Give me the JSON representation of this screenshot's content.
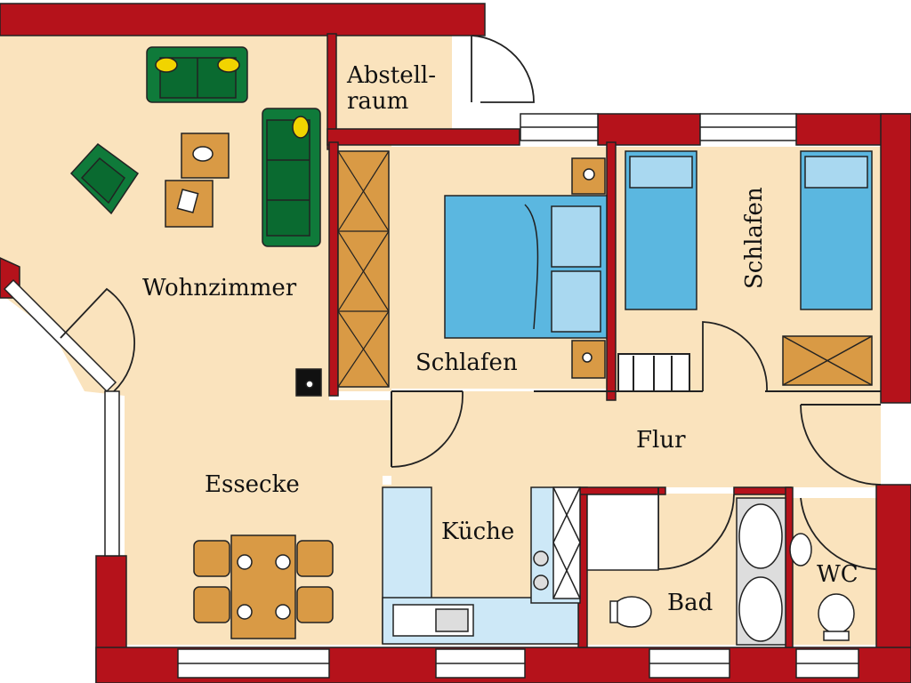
{
  "rooms": {
    "wohnzimmer": "Wohnzimmer",
    "essecke": "Essecke",
    "abstell_line1": "Abstell-",
    "abstell_line2": "raum",
    "schlafen_main": "Schlafen",
    "schlafen_kids": "Schlafen",
    "flur": "Flur",
    "kueche": "Küche",
    "bad": "Bad",
    "wc": "WC"
  },
  "colors": {
    "wall": "#b5121b",
    "floor": "#fae3bd",
    "furniture_wood": "#d99a45",
    "sofa_green": "#0f7a3a",
    "bed_blue": "#5bb7e0",
    "kitchen_blue": "#cde8f7",
    "window": "#ffffff",
    "outline": "#222222"
  }
}
